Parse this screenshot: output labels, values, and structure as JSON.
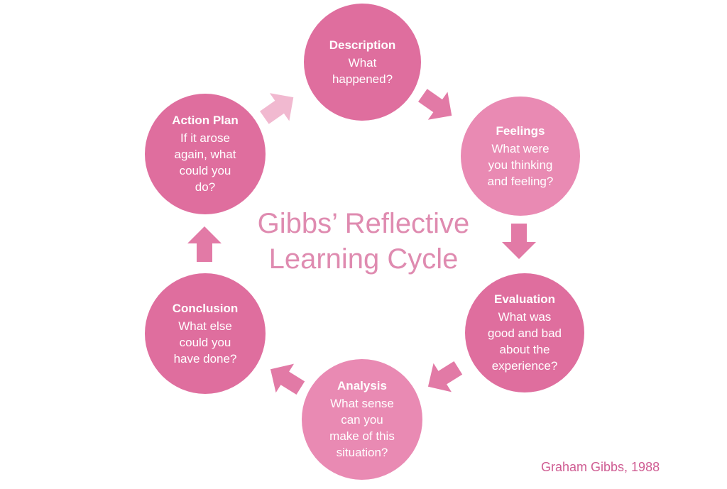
{
  "title": "Gibbs’ Reflective\nLearning Cycle",
  "credit": "Graham Gibbs, 1988",
  "colors": {
    "circle_dark": "#df6e9e",
    "circle_light": "#e98ab3",
    "arrow_dark": "#e27aa6",
    "arrow_light": "#f1b9d0",
    "title_text": "#df8bb0",
    "credit_text": "#cf5c92"
  },
  "stages": {
    "description": {
      "title": "Description",
      "question": "What\nhappened?"
    },
    "feelings": {
      "title": "Feelings",
      "question": "What were\nyou thinking\nand feeling?"
    },
    "evaluation": {
      "title": "Evaluation",
      "question": "What was\ngood and bad\nabout the\nexperience?"
    },
    "analysis": {
      "title": "Analysis",
      "question": "What sense\ncan you\nmake of this\nsituation?"
    },
    "conclusion": {
      "title": "Conclusion",
      "question": "What else\ncould you\nhave done?"
    },
    "action_plan": {
      "title": "Action Plan",
      "question": "If it arose\nagain, what\ncould you\ndo?"
    }
  }
}
